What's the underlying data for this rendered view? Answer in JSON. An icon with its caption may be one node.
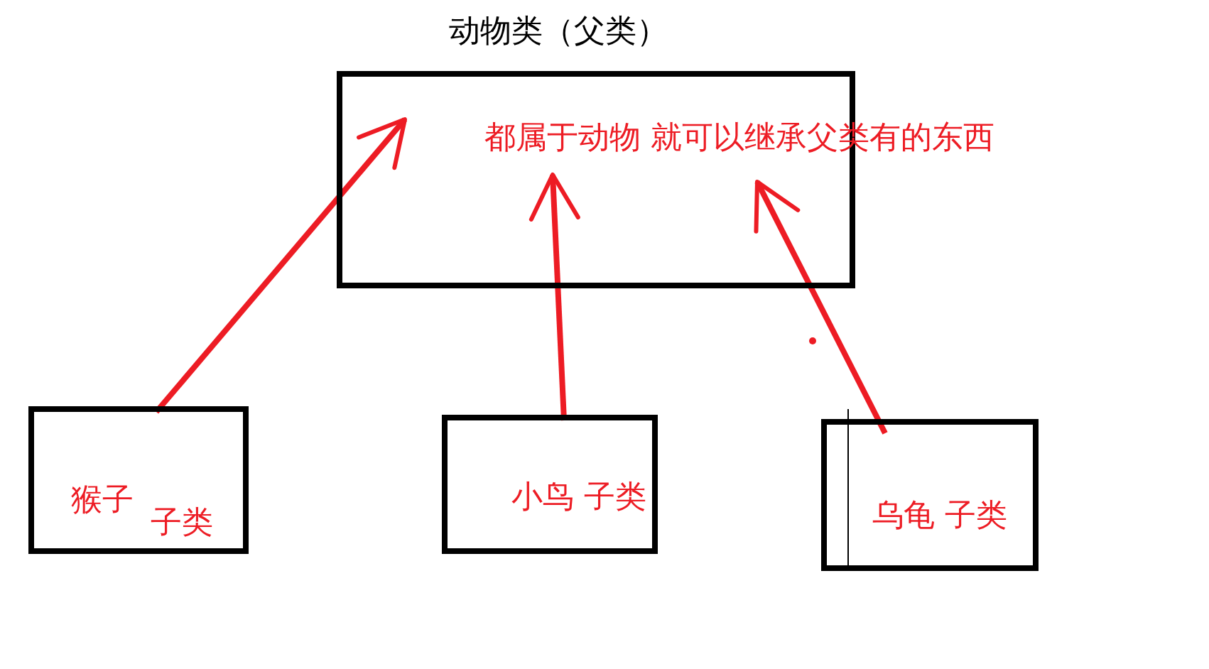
{
  "diagram": {
    "nodes": [
      {
        "text": [
          "动物类（父类）",
          "都属于动物 就可以继承父类有的东西"
        ]
      },
      {
        "text": [
          "猴子",
          "子类"
        ]
      },
      {
        "text": [
          "小鸟 子类"
        ]
      },
      {
        "text": [
          "乌龟 子类"
        ]
      }
    ],
    "edges": [
      {
        "from": 1,
        "to": 0,
        "arrow": "to"
      },
      {
        "from": 2,
        "to": 0,
        "arrow": "to"
      },
      {
        "from": 3,
        "to": 0,
        "arrow": "to"
      }
    ]
  }
}
